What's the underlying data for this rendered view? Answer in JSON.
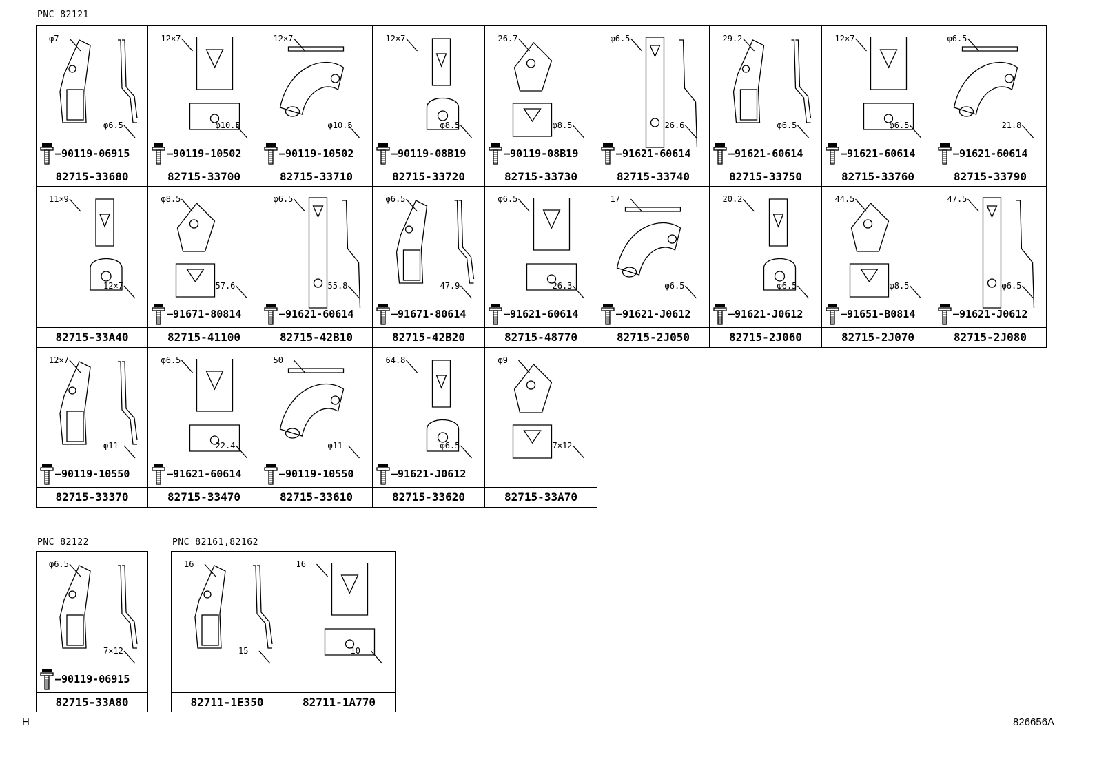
{
  "labels": {
    "pnc_main": "PNC 82121",
    "pnc_second": "PNC 82122",
    "pnc_third": "PNC 82161,82162",
    "corner_left": "H",
    "corner_right": "826656A"
  },
  "rows": [
    [
      {
        "fastener": "90119-06915",
        "part": "82715-33680",
        "dims": [
          "φ7",
          "φ6.5"
        ]
      },
      {
        "fastener": "90119-10502",
        "part": "82715-33700",
        "dims": [
          "12×7",
          "φ10.5"
        ]
      },
      {
        "fastener": "90119-10502",
        "part": "82715-33710",
        "dims": [
          "12×7",
          "φ10.5"
        ]
      },
      {
        "fastener": "90119-08B19",
        "part": "82715-33720",
        "dims": [
          "12×7",
          "φ8.5"
        ]
      },
      {
        "fastener": "90119-08B19",
        "part": "82715-33730",
        "dims": [
          "26.7",
          "φ8.5"
        ]
      },
      {
        "fastener": "91621-60614",
        "part": "82715-33740",
        "dims": [
          "φ6.5",
          "26.6"
        ]
      },
      {
        "fastener": "91621-60614",
        "part": "82715-33750",
        "dims": [
          "29.2",
          "φ6.5"
        ]
      },
      {
        "fastener": "91621-60614",
        "part": "82715-33760",
        "dims": [
          "12×7",
          "φ6.5"
        ]
      },
      {
        "fastener": "91621-60614",
        "part": "82715-33790",
        "dims": [
          "φ6.5",
          "21.8"
        ]
      }
    ],
    [
      {
        "fastener": "",
        "part": "82715-33A40",
        "dims": [
          "11×9",
          "12×7"
        ]
      },
      {
        "fastener": "91671-80814",
        "part": "82715-41100",
        "dims": [
          "φ8.5",
          "57.6"
        ]
      },
      {
        "fastener": "91621-60614",
        "part": "82715-42B10",
        "dims": [
          "φ6.5",
          "55.8"
        ]
      },
      {
        "fastener": "91671-80614",
        "part": "82715-42B20",
        "dims": [
          "φ6.5",
          "47.9"
        ]
      },
      {
        "fastener": "91621-60614",
        "part": "82715-48770",
        "dims": [
          "φ6.5",
          "26.3"
        ]
      },
      {
        "fastener": "91621-J0612",
        "part": "82715-2J050",
        "dims": [
          "17",
          "φ6.5"
        ]
      },
      {
        "fastener": "91621-J0612",
        "part": "82715-2J060",
        "dims": [
          "20.2",
          "φ6.5"
        ]
      },
      {
        "fastener": "91651-B0814",
        "part": "82715-2J070",
        "dims": [
          "44.5",
          "φ8.5"
        ]
      },
      {
        "fastener": "91621-J0612",
        "part": "82715-2J080",
        "dims": [
          "47.5",
          "φ6.5"
        ]
      }
    ],
    [
      {
        "fastener": "90119-10550",
        "part": "82715-33370",
        "dims": [
          "12×7",
          "φ11"
        ]
      },
      {
        "fastener": "91621-60614",
        "part": "82715-33470",
        "dims": [
          "φ6.5",
          "22.4"
        ]
      },
      {
        "fastener": "90119-10550",
        "part": "82715-33610",
        "dims": [
          "50",
          "φ11"
        ]
      },
      {
        "fastener": "91621-J0612",
        "part": "82715-33620",
        "dims": [
          "64.8",
          "φ6.5"
        ]
      },
      {
        "fastener": "",
        "part": "82715-33A70",
        "dims": [
          "φ9",
          "7×12"
        ]
      }
    ]
  ],
  "second": [
    {
      "fastener": "90119-06915",
      "part": "82715-33A80",
      "dims": [
        "φ6.5",
        "7×12"
      ]
    }
  ],
  "third": [
    {
      "fastener": "",
      "part": "82711-1E350",
      "dims": [
        "16",
        "15"
      ]
    },
    {
      "fastener": "",
      "part": "82711-1A770",
      "dims": [
        "16",
        "10"
      ]
    }
  ]
}
